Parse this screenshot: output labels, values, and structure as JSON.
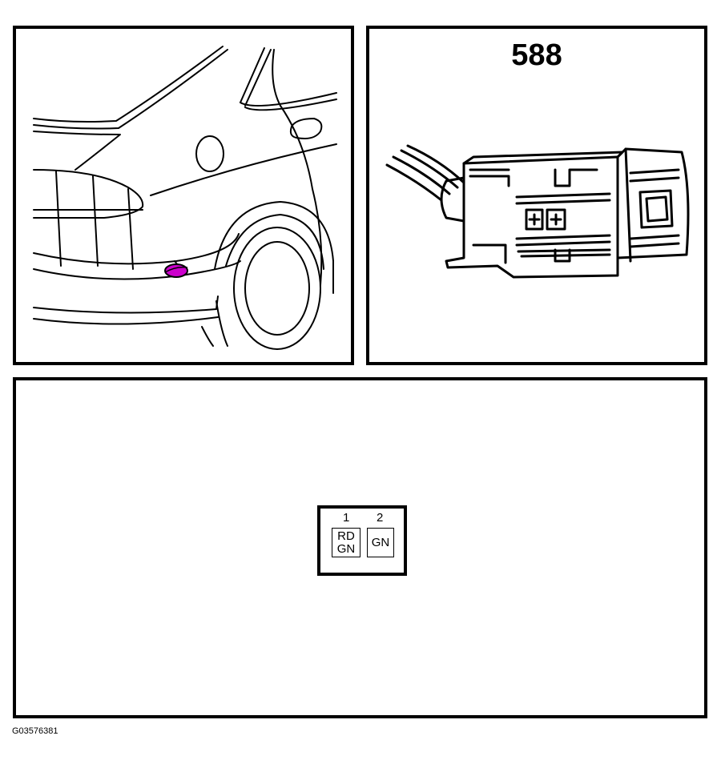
{
  "connector": {
    "number": "588",
    "highlight_color": "#cc00cc",
    "pins": [
      {
        "number": "1",
        "wire_colors": [
          "RD",
          "GN"
        ]
      },
      {
        "number": "2",
        "wire_colors": [
          "GN"
        ]
      }
    ]
  },
  "figure_code": "G03576381"
}
